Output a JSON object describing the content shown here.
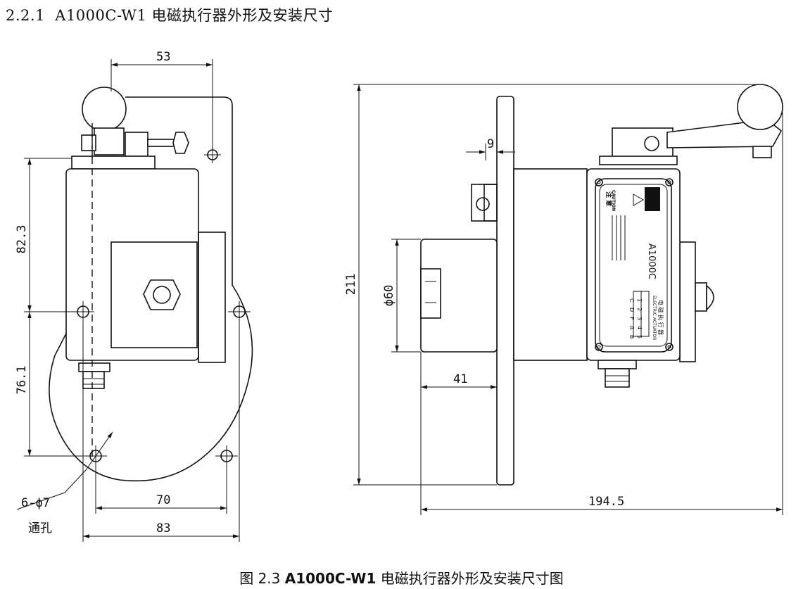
{
  "heading": "2.2.1  A1000C-W1 电磁执行器外形及安装尺寸",
  "caption": {
    "prefix": "图 2.3 ",
    "model": "A1000C-W1",
    "suffix": " 电磁执行器外形及安装尺寸图"
  },
  "front_view": {
    "dim_top": "53",
    "dim_upper_height": "82.3",
    "dim_lower_height": "76.1",
    "hole_spec": "6-ϕ7",
    "hole_note": "通孔",
    "dim_hole_spacing": "70",
    "dim_total_width": "83"
  },
  "side_view": {
    "dim_flange": "9",
    "dim_total_height": "211",
    "dim_diameter": "ϕ60",
    "dim_body_length": "41",
    "dim_total_length": "194.5",
    "label_model": "A1000C",
    "label_cn": "电 磁 执 行 器",
    "label_en": "ELECTRIC ACTUATOR",
    "label_caution_cn": "注 意",
    "label_caution_en": "CAUTION",
    "terminal_row1": [
      "1",
      "2",
      "3",
      "4",
      "5"
    ],
    "terminal_row2": [
      "C",
      "D",
      "F",
      "A",
      "B"
    ]
  },
  "colors": {
    "line": "#111111",
    "background": "#ffffff"
  }
}
